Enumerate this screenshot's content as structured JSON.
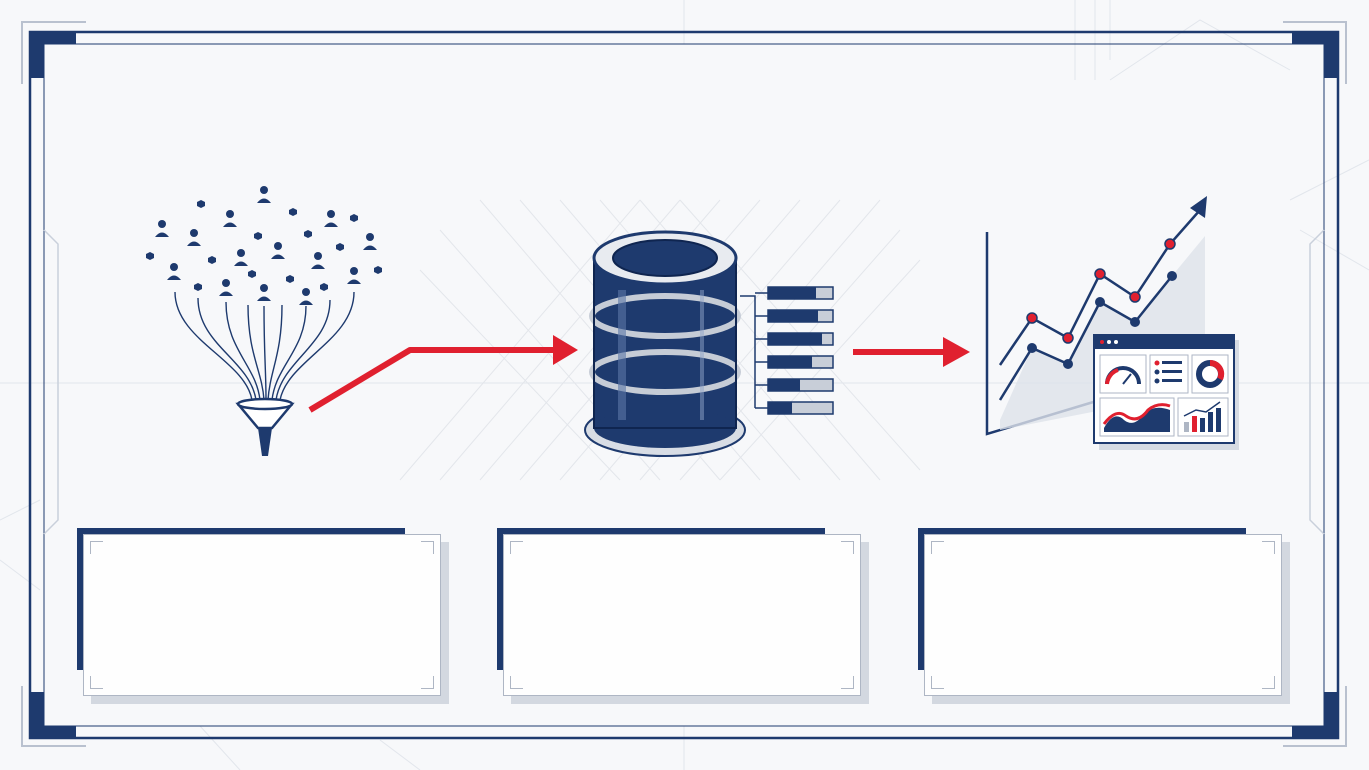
{
  "colors": {
    "navy": "#1e3a6e",
    "red": "#e0202f",
    "grey": "#aeb6c4",
    "light": "#f7f8fa"
  },
  "diagram": {
    "stages": [
      {
        "name": "data-sources",
        "icon": "people-funnel-icon"
      },
      {
        "name": "database",
        "icon": "database-icon"
      },
      {
        "name": "analytics",
        "icon": "line-chart-dashboard-icon"
      }
    ],
    "arrows": [
      "funnel-to-database",
      "database-to-analytics"
    ]
  },
  "panels": [
    {
      "name": "panel-1",
      "text": ""
    },
    {
      "name": "panel-2",
      "text": ""
    },
    {
      "name": "panel-3",
      "text": ""
    }
  ]
}
